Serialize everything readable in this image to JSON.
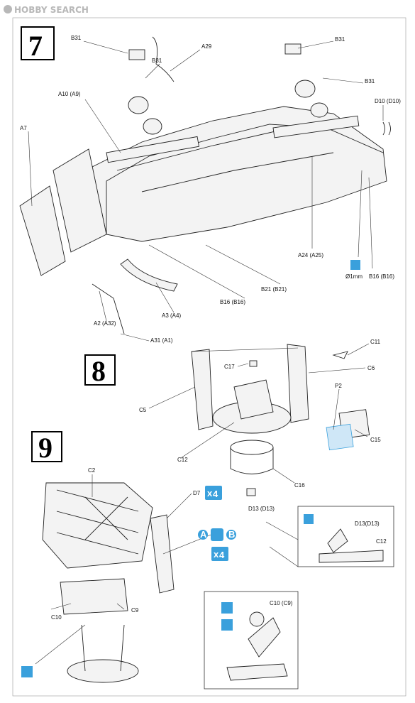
{
  "watermark": {
    "text": "HOBBY SEARCH"
  },
  "steps": {
    "s7": "7",
    "s8": "8",
    "s9": "9"
  },
  "step7": {
    "labels": {
      "b31_a": "B31",
      "b31_b": "B31",
      "b31_c": "B31",
      "b31_d": "B31",
      "a29": "A29",
      "a10": "A10 (A9)",
      "a7": "A7",
      "d10": "D10 (D10)",
      "a24": "A24 (A25)",
      "drill": "Ø1mm",
      "b16_r": "B16 (B16)",
      "b21": "B21 (B21)",
      "b16_l": "B16 (B16)",
      "a3": "A3 (A4)",
      "a2": "A2 (A32)",
      "a31": "A31 (A1)"
    }
  },
  "step8": {
    "labels": {
      "c11": "C11",
      "c17": "C17",
      "c6": "C6",
      "c5": "C5",
      "p2": "P2",
      "c15": "C15",
      "c12": "C12",
      "c16": "C16",
      "d13": "D13 (D13)"
    },
    "detail": {
      "d13": "D13(D13)",
      "c12": "C12"
    }
  },
  "step9": {
    "labels": {
      "c2": "C2",
      "d7": "D7",
      "c10": "C10",
      "c9": "C9"
    },
    "badges": {
      "x4_top": "4",
      "x4_mid": "4",
      "a": "A",
      "b": "B",
      "x": "x",
      "x2": "x"
    },
    "detail": {
      "c10": "C10 (C9)"
    }
  },
  "colors": {
    "accent_blue": "#3aa0dc",
    "line": "#222222"
  }
}
